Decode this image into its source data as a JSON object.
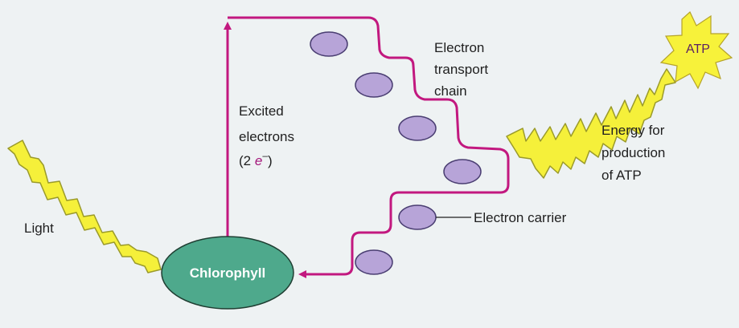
{
  "labels": {
    "light": "Light",
    "chlorophyll": "Chlorophyll",
    "excited_1": "Excited",
    "excited_2": "electrons",
    "excited_3_prefix": "(2 ",
    "excited_3_e": "e",
    "excited_3_sup": "–",
    "excited_3_suffix": ")",
    "etc_1": "Electron",
    "etc_2": "transport",
    "etc_3": "chain",
    "energy_1": "Energy for",
    "energy_2": "production",
    "energy_3": "of ATP",
    "atp": "ATP",
    "carrier": "Electron carrier"
  },
  "colors": {
    "background": "#eef2f3",
    "path": "#c2187f",
    "chlorophyll_fill": "#4ea98c",
    "carrier_fill": "#b7a4d8",
    "carrier_stroke": "#4a3e72",
    "zigzag_fill": "#f5f03a",
    "zigzag_stroke": "#9a9a2a",
    "atp_burst": "#f7f23a"
  },
  "icons": {
    "light_arrow": "zigzag-arrow-icon",
    "energy_arrow": "zigzag-arrow-icon",
    "atp": "starburst-icon"
  }
}
